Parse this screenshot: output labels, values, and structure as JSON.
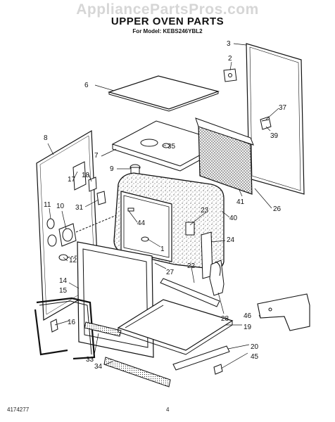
{
  "header": {
    "watermark": "AppliancePartsPros.com",
    "title": "UPPER OVEN PARTS",
    "subtitle": "For Model: KEBS246YBL2"
  },
  "footer": {
    "doc_number": "4174277",
    "page_number": "4"
  },
  "callouts": {
    "c1": "1",
    "c2": "2",
    "c3": "3",
    "c6": "6",
    "c7": "7",
    "c8": "8",
    "c9": "9",
    "c10": "10",
    "c11": "11",
    "c12": "12",
    "c14": "14",
    "c15": "15",
    "c16": "16",
    "c17": "17",
    "c18": "18",
    "c19": "19",
    "c20": "20",
    "c22": "22",
    "c23": "23",
    "c24": "24",
    "c26": "26",
    "c27": "27",
    "c28": "28",
    "c31": "31",
    "c33": "33",
    "c34": "34",
    "c35": "35",
    "c37": "37",
    "c39": "39",
    "c40": "40",
    "c41": "41",
    "c44": "44",
    "c45": "45",
    "c46": "46"
  }
}
